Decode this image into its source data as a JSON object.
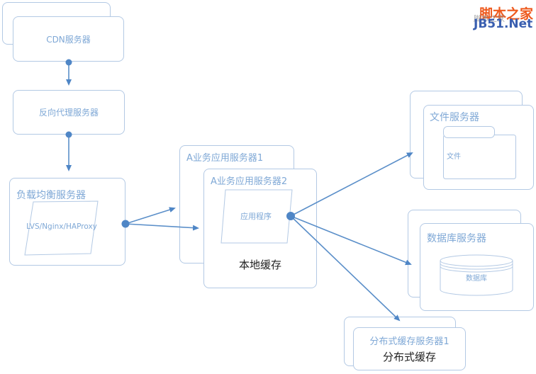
{
  "diagram": {
    "nodes": {
      "cdn": {
        "label": "CDN服务器"
      },
      "reverse_proxy": {
        "label": "反向代理服务器"
      },
      "load_balancer": {
        "label": "负载均衡服务器",
        "software": "LVS/Nginx/HAProxy"
      },
      "app_server_1": {
        "label": "A业务应用服务器1"
      },
      "app_server_2": {
        "label": "A业务应用服务器2",
        "program": "应用程序",
        "cache": "本地缓存"
      },
      "file_server": {
        "label": "文件服务器",
        "folder": "文件"
      },
      "database_server": {
        "label": "数据库服务器",
        "database": "数据库"
      },
      "distributed_cache": {
        "label": "分布式缓存服务器1",
        "cache": "分布式缓存"
      }
    },
    "edges": [
      {
        "from": "cdn",
        "to": "reverse_proxy"
      },
      {
        "from": "reverse_proxy",
        "to": "load_balancer"
      },
      {
        "from": "load_balancer",
        "to": "app_server_1"
      },
      {
        "from": "load_balancer",
        "to": "app_server_2"
      },
      {
        "from": "application_program",
        "to": "file_server"
      },
      {
        "from": "application_program",
        "to": "database_server"
      },
      {
        "from": "application_program",
        "to": "distributed_cache"
      }
    ],
    "colors": {
      "box_border": "#b3c9e4",
      "label_text": "#7fa8d6",
      "connector": "#4f86c6",
      "black_text": "#1f1f1f"
    }
  },
  "watermark": {
    "site_name": "脚本之家",
    "site_url": "JB51.Net",
    "name_color": "#ee5a1e",
    "url_color": "#3a5fb0"
  }
}
